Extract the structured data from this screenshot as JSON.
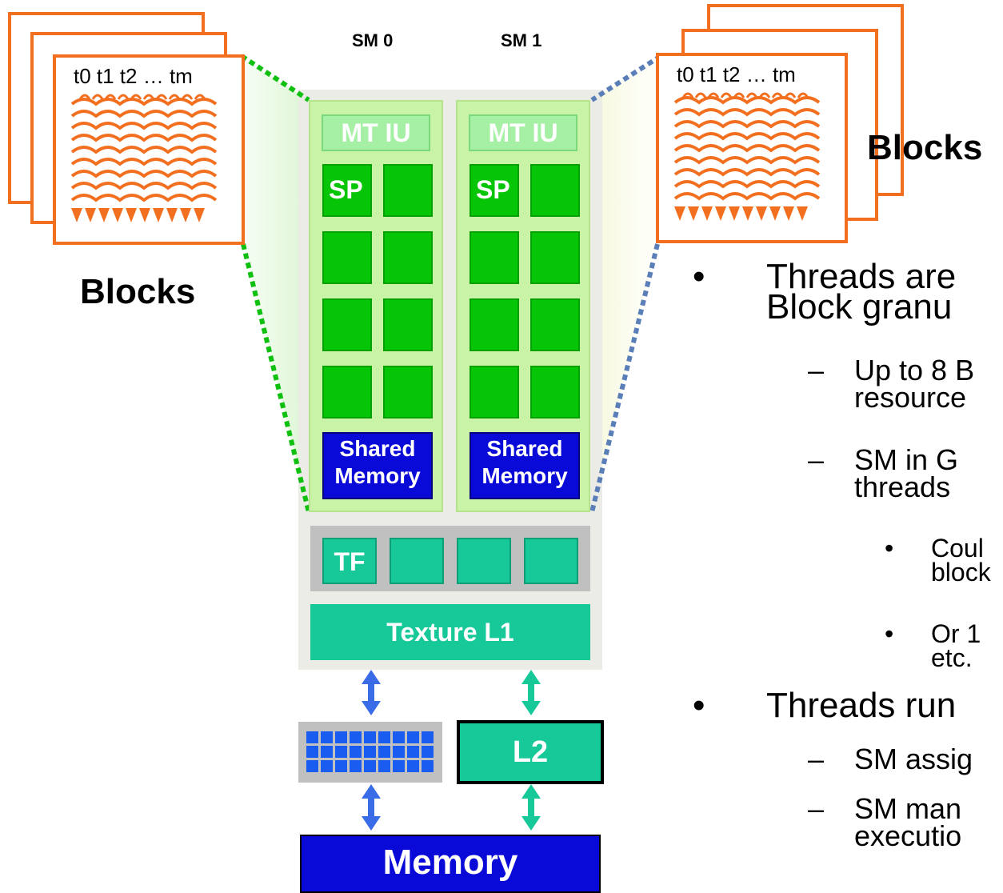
{
  "sm_labels": [
    "SM 0",
    "SM 1"
  ],
  "blocks_label": "Blocks",
  "threads_label": "t0 t1 t2 … tm",
  "sm": {
    "mtiu": "MT IU",
    "sp": "SP",
    "shared_line1": "Shared",
    "shared_line2": "Memory"
  },
  "tf_label": "TF",
  "texture_label": "Texture L1",
  "l2_label": "L2",
  "memory_label": "Memory",
  "bullets": {
    "b1_line1": "Threads are",
    "b1_line2": "Block granu",
    "sub1_line1": "Up to 8 B",
    "sub1_line2": "resource",
    "sub2_line1": "SM in G",
    "sub2_line2": "threads",
    "subsub1_line1": "Coul",
    "subsub1_line2": "block",
    "subsub2_line1": "Or 1",
    "subsub2_line2": "etc.",
    "b2_line1": "Threads run",
    "sub3_line1": "SM assig",
    "sub4_line1": "SM man",
    "sub4_line2": "executio"
  },
  "colors": {
    "orange": "#f26f1f",
    "sm_green": "#06c406",
    "mtiu_green": "#a6f0a6",
    "panel_green": "#c9f3a6",
    "shared_blue": "#0a0ad8",
    "teal": "#17c999",
    "gray": "#c0c0c0"
  }
}
